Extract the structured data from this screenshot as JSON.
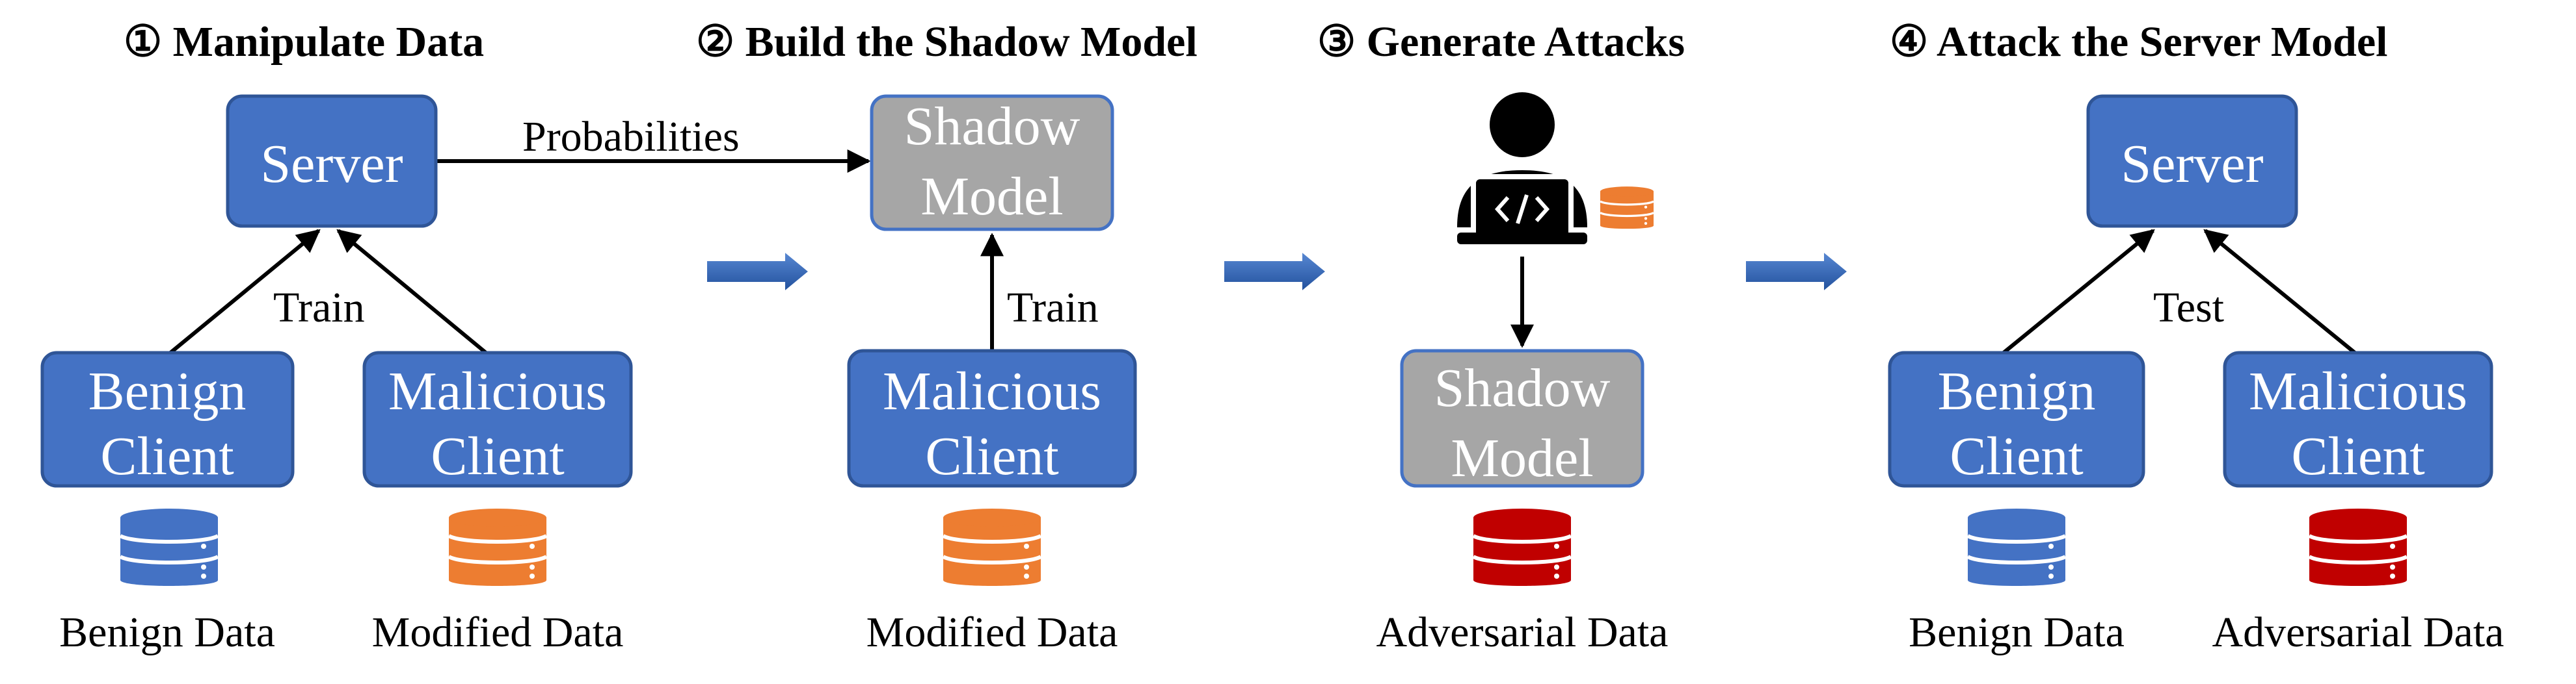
{
  "colors": {
    "box_blue": "#4472C4",
    "box_blue_border": "#2F5597",
    "box_gray": "#A6A6A6",
    "box_gray_border": "#4472C4",
    "db_blue": "#4472C4",
    "db_orange": "#ED7D31",
    "db_red": "#C00000",
    "arrow_blue": "#2E5AA8"
  },
  "stages": [
    {
      "title": "① Manipulate Data",
      "server": "Server",
      "edge_label_top": "Probabilities",
      "edge_label_train": "Train",
      "benign_client": [
        "Benign",
        "Client"
      ],
      "malicious_client": [
        "Malicious",
        "Client"
      ],
      "benign_data": "Benign Data",
      "modified_data": "Modified Data",
      "benign_db_icon": "database-icon",
      "modified_db_icon": "database-icon"
    },
    {
      "title": "② Build the Shadow Model",
      "shadow_model": [
        "Shadow",
        "Model"
      ],
      "edge_label_train": "Train",
      "malicious_client": [
        "Malicious",
        "Client"
      ],
      "modified_data": "Modified Data",
      "modified_db_icon": "database-icon"
    },
    {
      "title": "③ Generate Attacks",
      "attacker_icon": "hacker-laptop-icon",
      "attacker_db_icon": "database-icon",
      "shadow_model": [
        "Shadow",
        "Model"
      ],
      "adversarial_data": "Adversarial Data",
      "adversarial_db_icon": "database-icon"
    },
    {
      "title": "④ Attack the Server Model",
      "server": "Server",
      "edge_label_test": "Test",
      "benign_client": [
        "Benign",
        "Client"
      ],
      "malicious_client": [
        "Malicious",
        "Client"
      ],
      "benign_data": "Benign Data",
      "adversarial_data": "Adversarial Data",
      "benign_db_icon": "database-icon",
      "adversarial_db_icon": "database-icon"
    }
  ],
  "stage_arrow_icon": "right-arrow-icon"
}
